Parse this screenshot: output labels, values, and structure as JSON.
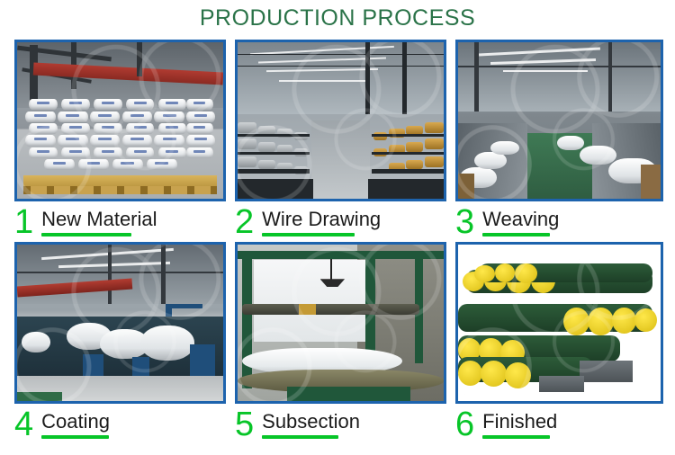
{
  "header": {
    "title": "PRODUCTION PROCESS",
    "title_color": "#2a7348"
  },
  "theme": {
    "accent_green": "#07c528",
    "frame_blue": "#1d63ad",
    "label_color": "#1b1b1b",
    "background": "#ffffff"
  },
  "steps": [
    {
      "number": "1",
      "label": "New Material",
      "image_alt": "Stacked white woven bags of raw polypropylene material on yellow wooden pallets inside a warehouse with red overhead crane beam"
    },
    {
      "number": "2",
      "label": "Wire Drawing",
      "image_alt": "Wire drawing workshop aisle with long rows of yarn spools and bobbin racks on both sides under a skylit steel roof"
    },
    {
      "number": "3",
      "label": "Weaving",
      "image_alt": "Weaving hall with rows of circular looms and large white fabric rolls along a green painted aisle"
    },
    {
      "number": "4",
      "label": "Coating",
      "image_alt": "Coating line with dark blue machinery, large white laminated fabric rollers and a red overhead crane rail"
    },
    {
      "number": "5",
      "label": "Subsection",
      "image_alt": "Green framed cutting and slitting machine unwinding white woven fabric with a finished roll at the front"
    },
    {
      "number": "6",
      "label": "Finished",
      "image_alt": "Stacked finished rolls wrapped in dark green packaging with bright yellow end caps on grey plastic pallets"
    }
  ]
}
